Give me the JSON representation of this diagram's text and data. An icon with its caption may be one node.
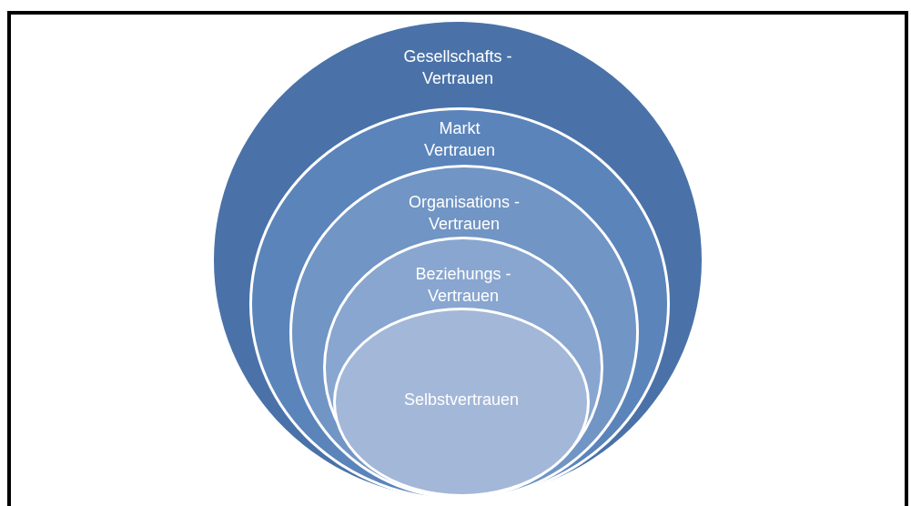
{
  "diagram": {
    "nodes": [
      {
        "text": [
          "Gesellschafts - Vertrauen"
        ]
      },
      {
        "text": [
          "Markt Vertrauen"
        ],
        "in": 0
      },
      {
        "text": [
          "Organisations - Vertrauen"
        ],
        "in": 1
      },
      {
        "text": [
          "Beziehungs - Vertrauen"
        ],
        "in": 2
      },
      {
        "text": [
          "Selbstvertrauen"
        ],
        "in": 3
      }
    ]
  }
}
